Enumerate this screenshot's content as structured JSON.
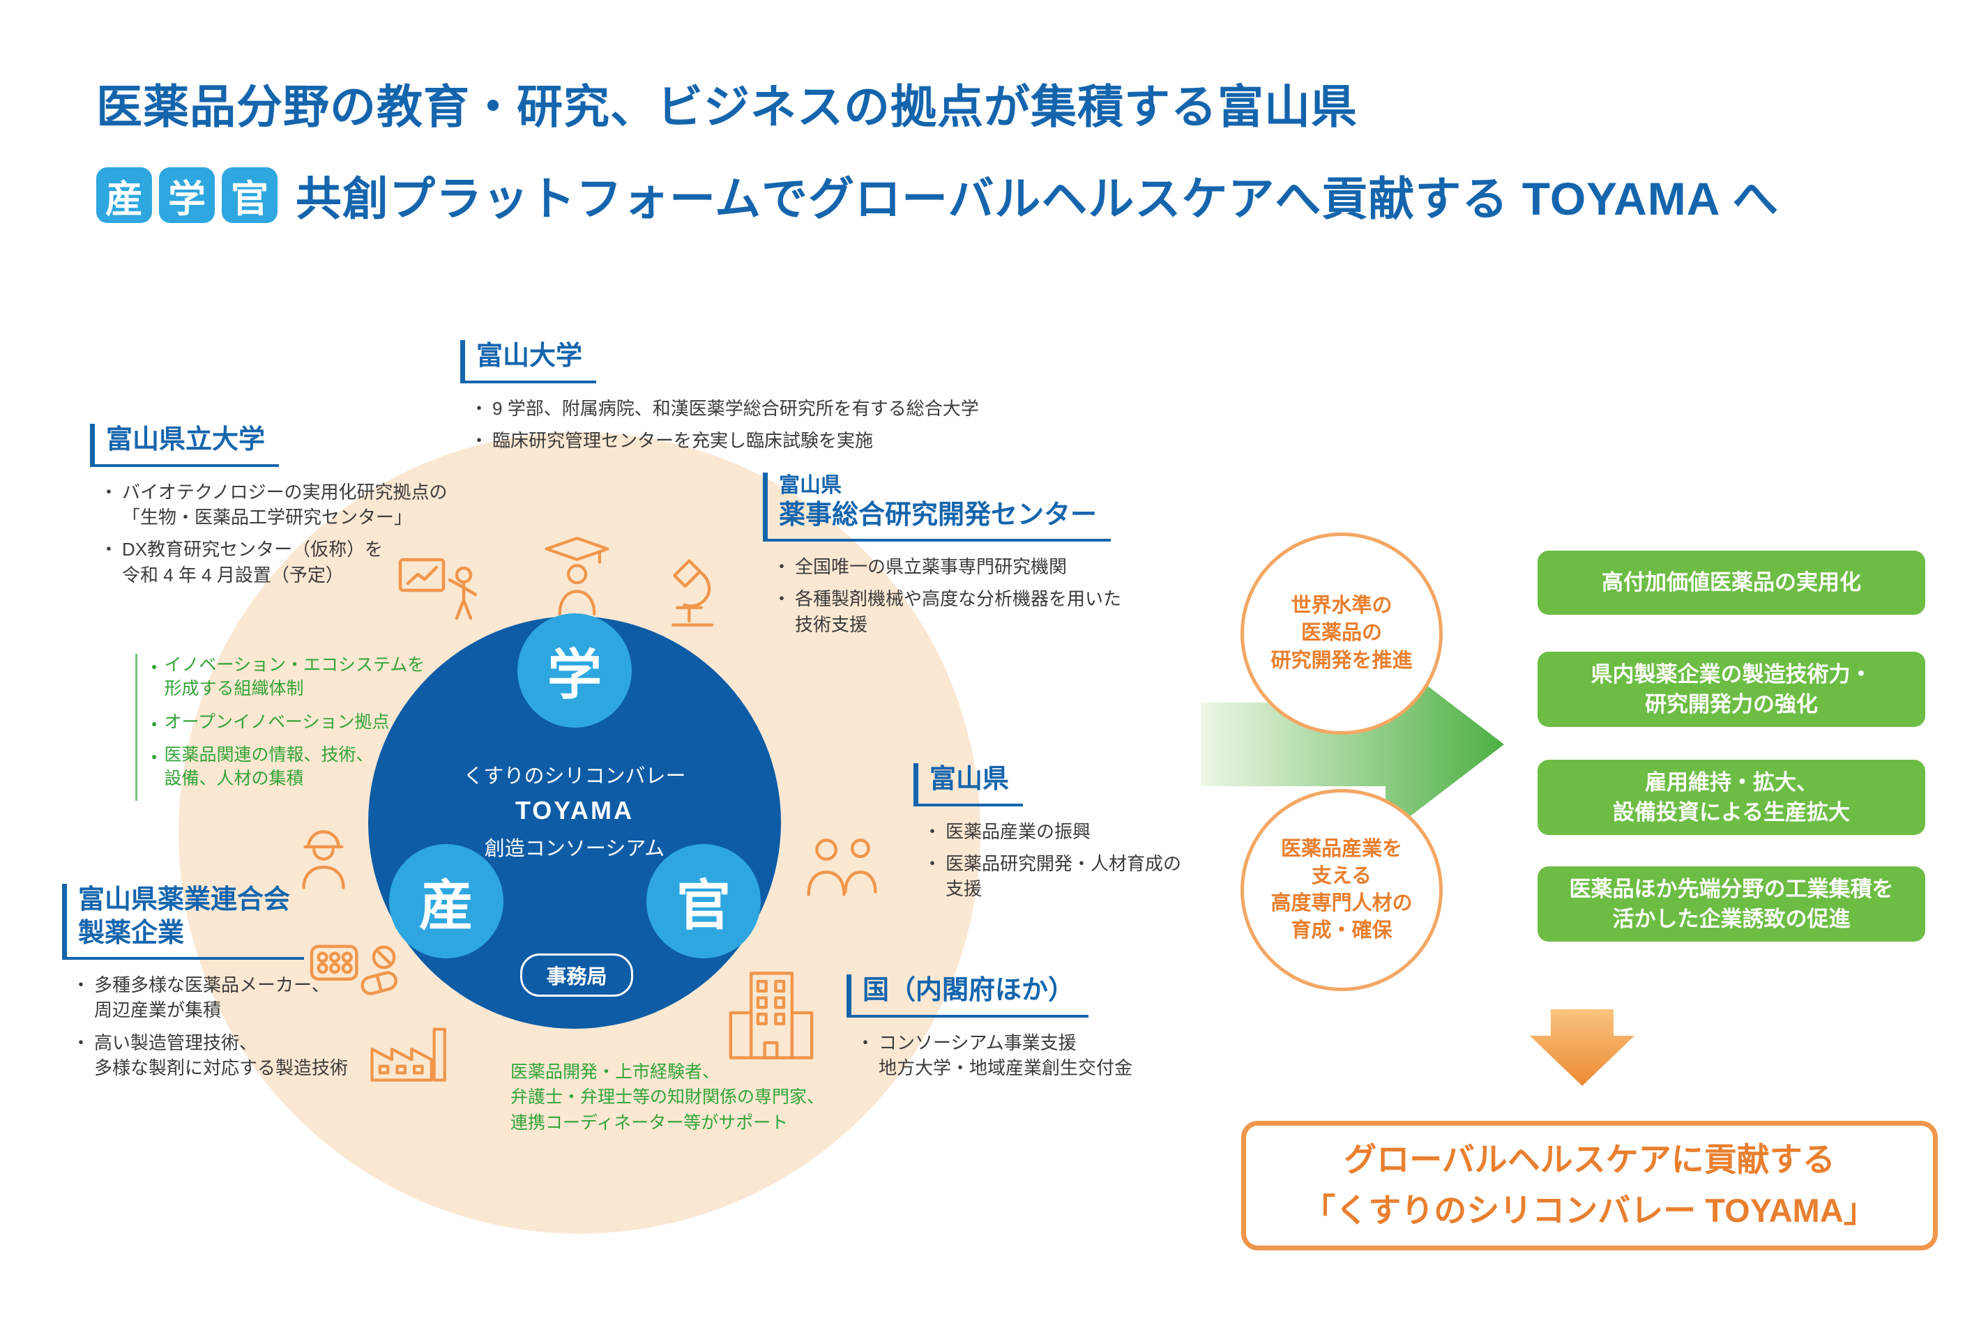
{
  "chars": {
    "bullet": "・",
    "dot": "●"
  },
  "title": {
    "line1": "医薬品分野の教育・研究、ビジネスの拠点が集積する富山県",
    "badges": {
      "san": "産",
      "gaku": "学",
      "kan": "官"
    },
    "line2": "共創プラットフォームでグローバルヘルスケアへ貢献する TOYAMA へ"
  },
  "sections": {
    "toyama_univ": {
      "title": "富山大学",
      "bullets": [
        "9 学部、附属病院、和漢医薬学総合研究所を有する総合大学",
        "臨床研究管理センターを充実し臨床試験を実施"
      ]
    },
    "pref_univ": {
      "title": "富山県立大学",
      "bullets": [
        "バイオテクノロジーの実用化研究拠点の\n「生物・医薬品工学研究センター」",
        "DX教育研究センター（仮称）を\n令和 4 年 4 月設置（予定）"
      ]
    },
    "yakuji_center": {
      "title_small": "富山県",
      "title": "薬事総合研究開発センター",
      "bullets": [
        "全国唯一の県立薬事専門研究機関",
        "各種製剤機械や高度な分析機器を用いた\n技術支援"
      ]
    },
    "pref_gov": {
      "title": "富山県",
      "bullets": [
        "医薬品産業の振興",
        "医薬品研究開発・人材育成の\n支援"
      ]
    },
    "national_gov": {
      "title": "国（内閣府ほか）",
      "bullets": [
        "コンソーシアム事業支援\n地方大学・地域産業創生交付金"
      ]
    },
    "pharma_assoc": {
      "title_line1": "富山県薬業連合会",
      "title_line2": "製薬企業",
      "bullets": [
        "多種多様な医薬品メーカー、\n周辺産業が集積",
        "高い製造管理技術、\n多様な製剤に対応する製造技術"
      ]
    }
  },
  "ecosystem": {
    "items": [
      "イノベーション・エコシステムを\n形成する組織体制",
      "オープンイノベーション拠点",
      "医薬品関連の情報、技術、\n設備、人材の集積"
    ]
  },
  "core": {
    "gaku": "学",
    "san": "産",
    "kan": "官",
    "name_line1": "くすりのシリコンバレー",
    "name_line2": "TOYAMA",
    "name_line3": "創造コンソーシアム",
    "office": "事務局",
    "support": "医薬品開発・上市経験者、\n弁護士・弁理士等の知財関係の専門家、\n連携コーディネーター等がサポート"
  },
  "drivers": {
    "circle1": "世界水準の\n医薬品の\n研究開発を推進",
    "circle2": "医薬品産業を\n支える\n高度専門人材の\n育成・確保"
  },
  "outcomes": [
    "高付加価値医薬品の実用化",
    "県内製薬企業の製造技術力・\n研究開発力の強化",
    "雇用維持・拡大、\n設備投資による生産拡大",
    "医薬品ほか先端分野の工業集積を\n活かした企業誘致の促進"
  ],
  "goal": {
    "line1": "グローバルヘルスケアに貢献する",
    "line2": "「くすりのシリコンバレー TOYAMA」"
  },
  "colors": {
    "title_blue": "#1565ad",
    "badge_blue": "#2ea7e0",
    "core_blue": "#0e5ca6",
    "peach": "#fbe8d3",
    "green_text": "#33a437",
    "box_green": "#6dbd45",
    "orange": "#f0964b",
    "orange_text": "#e87f2f"
  }
}
